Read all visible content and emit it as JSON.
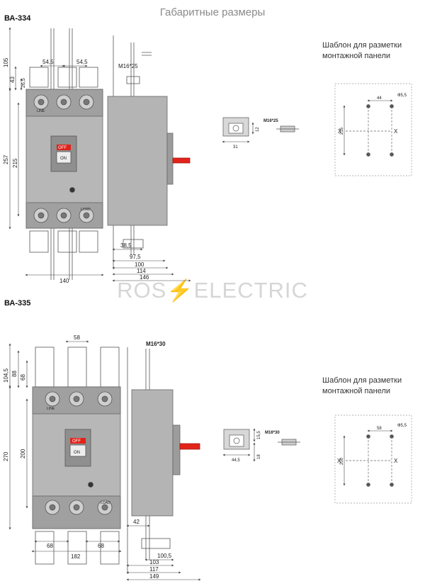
{
  "title": "Габаритные размеры",
  "watermark": {
    "left": "ROS",
    "bolt": "⚡",
    "right": "ELECTRIC"
  },
  "colors": {
    "handle_red": "#e2231a",
    "body_gray": "#a7a7a7",
    "line": "#444444",
    "watermark": "#d6d6d6"
  },
  "va334": {
    "label": "ВА-334",
    "template_caption_1": "Шаблон для разметки",
    "template_caption_2": "монтажной панели",
    "front": {
      "dims": {
        "top": "105",
        "d43": "43",
        "d26": "26,5",
        "pitch_a": "54,5",
        "pitch_b": "54,5",
        "height": "257",
        "inner": "215",
        "width": "140"
      },
      "switch_off": "OFF",
      "switch_on": "ON",
      "line": "LINE",
      "load": "LOAD"
    },
    "side": {
      "screw": "M16*25",
      "d385": "38,5",
      "d975": "97,5",
      "d100": "100",
      "d114": "114",
      "d146": "146"
    },
    "detail": {
      "screw": "M16*25",
      "w": "31",
      "h": "12"
    },
    "template": {
      "hole": "Ф5,5",
      "spacing": "44",
      "height": "215",
      "axis_x": "X"
    }
  },
  "va335": {
    "label": "ВА-335",
    "template_caption_1": "Шаблон для разметки",
    "template_caption_2": "монтажной панели",
    "front": {
      "dims": {
        "pitch_top": "58",
        "top": "104,5",
        "d88": "88",
        "d68": "68",
        "height": "270",
        "inner": "200",
        "width": "182",
        "pitch_b1": "68",
        "pitch_b2": "68"
      },
      "switch_off": "OFF",
      "switch_on": "ON",
      "line": "LINE",
      "load": "LOAD"
    },
    "side": {
      "screw": "M16*30",
      "d42": "42",
      "d1005": "100,5",
      "d103": "103",
      "d117": "117",
      "d149": "149"
    },
    "detail": {
      "screw": "M16*30",
      "w": "44,5",
      "h": "15,5",
      "h2": "18"
    },
    "template": {
      "hole": "Ф5,5",
      "spacing": "58",
      "height": "200",
      "axis_x": "X"
    }
  }
}
